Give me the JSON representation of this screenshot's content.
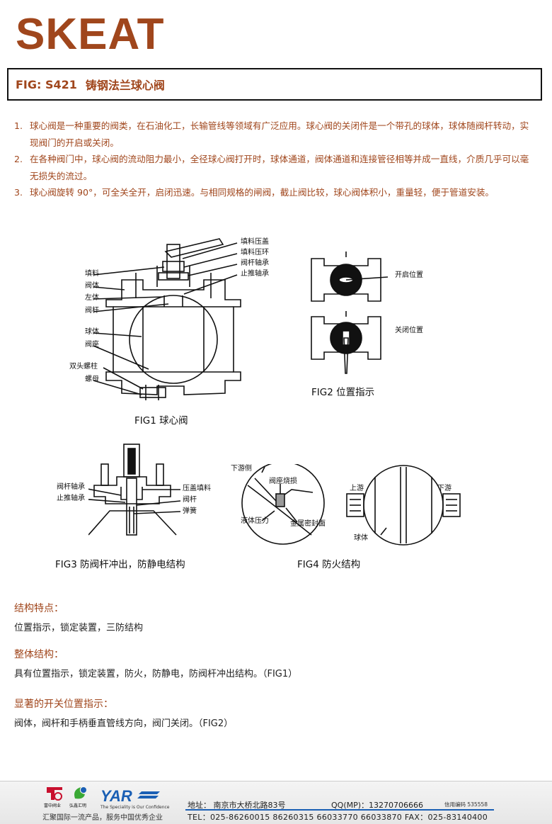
{
  "brand": {
    "name": "SKEAT",
    "color": "#a0461c"
  },
  "figbar": {
    "code": "FIG: S421",
    "title": "铸钢法兰球心阀",
    "color": "#a0461c"
  },
  "intro": [
    {
      "num": "1.",
      "text": "球心阀是一种重要的阀类，在石油化工，长输管线等领域有广泛应用。球心阀的关闭件是一个带孔的球体，球体随阀杆转动，实现阀门的开启或关闭。"
    },
    {
      "num": "2.",
      "text": "在各种阀门中，球心阀的流动阻力最小，全径球心阀打开时，球体通道，阀体通道和连接管径相等并成一直线，介质几乎可以毫无损失的流过。"
    },
    {
      "num": "3.",
      "text": "球心阀旋转 90°，可全关全开，启闭迅速。与相同规格的闸阀，截止阀比较，球心阀体积小，重量轻，便于管道安装。"
    }
  ],
  "intro_color": "#a0461c",
  "fig1": {
    "caption": "FIG1  球心阀",
    "labels_left": [
      "填料",
      "阀体",
      "左体",
      "阀杆",
      "球体",
      "阀座",
      "双头螺柱",
      "螺母"
    ],
    "labels_right": [
      "填料压盖",
      "填料压环",
      "阀杆轴承",
      "止推轴承"
    ]
  },
  "fig2": {
    "caption": "FIG2  位置指示",
    "open": "开启位置",
    "closed": "关闭位置"
  },
  "fig3": {
    "caption": "FIG3  防阀杆冲出，防静电结构",
    "labels_left": [
      "阀杆轴承",
      "止推轴承"
    ],
    "labels_right": [
      "压盖填料",
      "阀杆",
      "弹簧"
    ]
  },
  "fig4": {
    "caption": "FIG4  防火结构",
    "downstream_side": "下游侧",
    "seat_damage": "阀座烧损",
    "fluid_pressure": "液体压力",
    "metal_seal": "金属密封面",
    "upstream": "上游",
    "downstream": "下游",
    "ball": "球体"
  },
  "sections": [
    {
      "heading": "结构特点：",
      "body": "位置指示，锁定装置，三防结构"
    },
    {
      "heading": "整体结构：",
      "body": "具有位置指示，锁定装置，防火，防静电，防阀杆冲出结构。（FIG1）"
    },
    {
      "heading": "显著的开关位置指示：",
      "body": "阀体，阀杆和手柄垂直管线方向，阀门关闭。（FIG2）"
    }
  ],
  "section_heading_color": "#a0461c",
  "footer": {
    "logo1": "富中阀业",
    "logo2": "弘鑫汇明",
    "logo3_tag": "The Speciality is Our Confidence",
    "slogan": "汇聚国际一流产品，服务中国优秀企业",
    "address": "地址：  南京市大桥北路83号",
    "qq": "QQ(MP)：13270706666",
    "credit": "信用编码 535558",
    "tel": "TEL：025-86260015  86260315  66033770  66033870   FAX：025-83140400",
    "accent": "#1a5fb4",
    "logo_red": "#c8102e",
    "logo_green": "#3aa935"
  }
}
